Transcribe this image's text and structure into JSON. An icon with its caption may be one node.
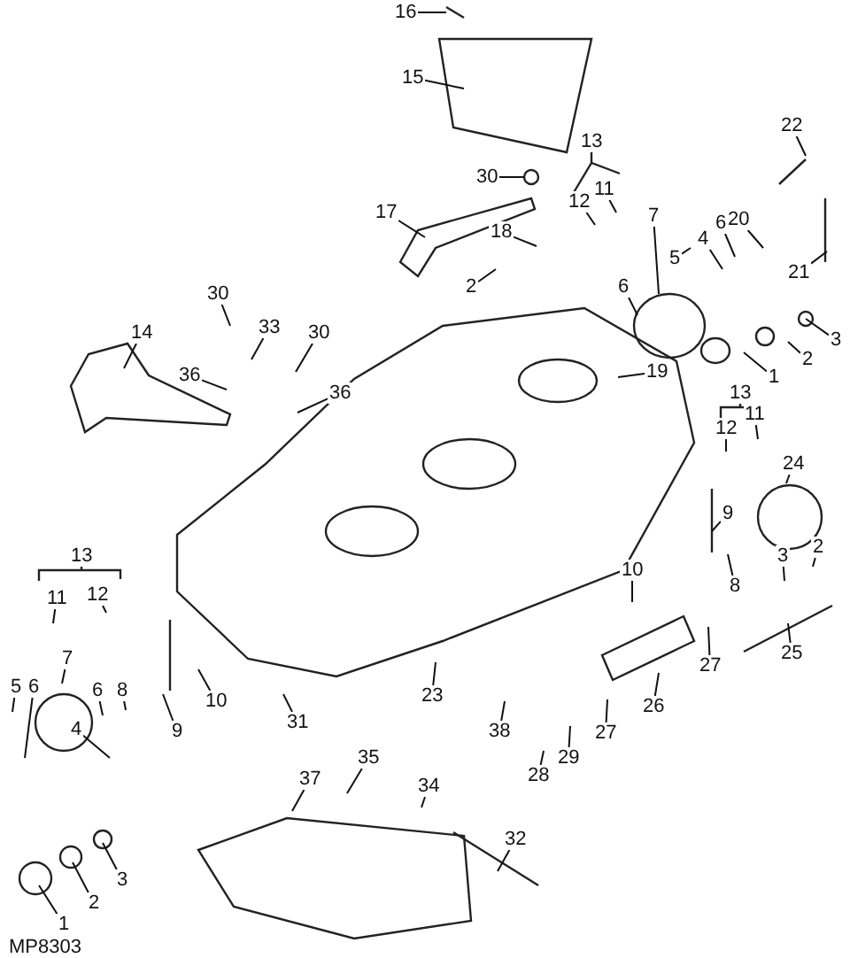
{
  "diagram": {
    "nodes": [
      {
        "text": [
          "16"
        ]
      },
      {
        "text": [
          "15"
        ]
      },
      {
        "text": [
          "30"
        ]
      },
      {
        "text": [
          "12"
        ]
      },
      {
        "text": [
          "11"
        ]
      },
      {
        "text": [
          "17"
        ]
      },
      {
        "text": [
          "18"
        ]
      },
      {
        "text": [
          "2"
        ]
      },
      {
        "text": [
          "5"
        ]
      },
      {
        "text": [
          "7"
        ]
      },
      {
        "text": [
          "4"
        ]
      },
      {
        "text": [
          "6"
        ]
      },
      {
        "text": [
          "20"
        ]
      },
      {
        "text": [
          "22"
        ]
      },
      {
        "text": [
          "21"
        ]
      },
      {
        "text": [
          "6"
        ]
      },
      {
        "text": [
          "3"
        ]
      },
      {
        "text": [
          "2"
        ]
      },
      {
        "text": [
          "1"
        ]
      },
      {
        "text": [
          "30"
        ]
      },
      {
        "text": [
          "33"
        ]
      },
      {
        "text": [
          "30"
        ]
      },
      {
        "text": [
          "14"
        ]
      },
      {
        "text": [
          "36"
        ]
      },
      {
        "text": [
          "36"
        ]
      },
      {
        "text": [
          "19"
        ]
      },
      {
        "text": [
          "11"
        ]
      },
      {
        "text": [
          "12"
        ]
      },
      {
        "text": [
          "24"
        ]
      },
      {
        "text": [
          "9"
        ]
      },
      {
        "text": [
          "8"
        ]
      },
      {
        "text": [
          "3"
        ]
      },
      {
        "text": [
          "2"
        ]
      },
      {
        "text": [
          "10"
        ]
      },
      {
        "text": [
          "25"
        ]
      },
      {
        "text": [
          "11"
        ]
      },
      {
        "text": [
          "12"
        ]
      },
      {
        "text": [
          "5"
        ]
      },
      {
        "text": [
          "6"
        ]
      },
      {
        "text": [
          "7"
        ]
      },
      {
        "text": [
          "4"
        ]
      },
      {
        "text": [
          "6"
        ]
      },
      {
        "text": [
          "8"
        ]
      },
      {
        "text": [
          "9"
        ]
      },
      {
        "text": [
          "10"
        ]
      },
      {
        "text": [
          "1"
        ]
      },
      {
        "text": [
          "2"
        ]
      },
      {
        "text": [
          "3"
        ]
      },
      {
        "text": [
          "31"
        ]
      },
      {
        "text": [
          "23"
        ]
      },
      {
        "text": [
          "27"
        ]
      },
      {
        "text": [
          "26"
        ]
      },
      {
        "text": [
          "27"
        ]
      },
      {
        "text": [
          "38"
        ]
      },
      {
        "text": [
          "28"
        ]
      },
      {
        "text": [
          "29"
        ]
      },
      {
        "text": [
          "35"
        ]
      },
      {
        "text": [
          "37"
        ]
      },
      {
        "text": [
          "34"
        ]
      },
      {
        "text": [
          "32"
        ]
      },
      {
        "text": [
          "13"
        ]
      },
      {
        "text": [
          "13"
        ]
      },
      {
        "text": [
          "13"
        ]
      }
    ],
    "edges": [
      {
        "from": 0,
        "to": null,
        "arrow": "none"
      },
      {
        "from": 1,
        "to": null,
        "arrow": "none"
      },
      {
        "from": 2,
        "to": null,
        "arrow": "none"
      },
      {
        "from": 3,
        "to": null,
        "arrow": "none"
      },
      {
        "from": 4,
        "to": null,
        "arrow": "none"
      },
      {
        "from": 5,
        "to": null,
        "arrow": "none"
      },
      {
        "from": 6,
        "to": null,
        "arrow": "none"
      },
      {
        "from": 7,
        "to": null,
        "arrow": "none"
      },
      {
        "from": 8,
        "to": null,
        "arrow": "none"
      },
      {
        "from": 9,
        "to": null,
        "arrow": "none"
      },
      {
        "from": 10,
        "to": null,
        "arrow": "none"
      },
      {
        "from": 11,
        "to": null,
        "arrow": "none"
      },
      {
        "from": 12,
        "to": null,
        "arrow": "none"
      },
      {
        "from": 13,
        "to": null,
        "arrow": "none"
      },
      {
        "from": 14,
        "to": null,
        "arrow": "none"
      },
      {
        "from": 15,
        "to": null,
        "arrow": "none"
      },
      {
        "from": 16,
        "to": null,
        "arrow": "none"
      },
      {
        "from": 17,
        "to": null,
        "arrow": "none"
      },
      {
        "from": 18,
        "to": null,
        "arrow": "none"
      },
      {
        "from": 19,
        "to": null,
        "arrow": "none"
      },
      {
        "from": 20,
        "to": null,
        "arrow": "none"
      },
      {
        "from": 21,
        "to": null,
        "arrow": "none"
      },
      {
        "from": 22,
        "to": null,
        "arrow": "none"
      },
      {
        "from": 23,
        "to": null,
        "arrow": "none"
      },
      {
        "from": 24,
        "to": null,
        "arrow": "none"
      },
      {
        "from": 25,
        "to": null,
        "arrow": "none"
      },
      {
        "from": 26,
        "to": null,
        "arrow": "none"
      },
      {
        "from": 27,
        "to": null,
        "arrow": "none"
      },
      {
        "from": 28,
        "to": null,
        "arrow": "none"
      },
      {
        "from": 29,
        "to": null,
        "arrow": "none"
      },
      {
        "from": 30,
        "to": null,
        "arrow": "none"
      },
      {
        "from": 31,
        "to": null,
        "arrow": "none"
      },
      {
        "from": 32,
        "to": null,
        "arrow": "none"
      },
      {
        "from": 33,
        "to": null,
        "arrow": "none"
      },
      {
        "from": 34,
        "to": null,
        "arrow": "none"
      },
      {
        "from": 35,
        "to": null,
        "arrow": "none"
      },
      {
        "from": 36,
        "to": null,
        "arrow": "none"
      },
      {
        "from": 37,
        "to": null,
        "arrow": "none"
      },
      {
        "from": 38,
        "to": null,
        "arrow": "none"
      },
      {
        "from": 39,
        "to": null,
        "arrow": "none"
      },
      {
        "from": 40,
        "to": null,
        "arrow": "none"
      },
      {
        "from": 41,
        "to": null,
        "arrow": "none"
      },
      {
        "from": 42,
        "to": null,
        "arrow": "none"
      },
      {
        "from": 43,
        "to": null,
        "arrow": "none"
      },
      {
        "from": 44,
        "to": null,
        "arrow": "none"
      },
      {
        "from": 45,
        "to": null,
        "arrow": "none"
      },
      {
        "from": 46,
        "to": null,
        "arrow": "none"
      },
      {
        "from": 47,
        "to": null,
        "arrow": "none"
      },
      {
        "from": 48,
        "to": null,
        "arrow": "none"
      },
      {
        "from": 49,
        "to": null,
        "arrow": "none"
      },
      {
        "from": 50,
        "to": null,
        "arrow": "none"
      },
      {
        "from": 51,
        "to": null,
        "arrow": "none"
      },
      {
        "from": 52,
        "to": null,
        "arrow": "none"
      },
      {
        "from": 53,
        "to": null,
        "arrow": "none"
      },
      {
        "from": 54,
        "to": null,
        "arrow": "none"
      },
      {
        "from": 55,
        "to": null,
        "arrow": "none"
      },
      {
        "from": 56,
        "to": null,
        "arrow": "none"
      },
      {
        "from": 57,
        "to": null,
        "arrow": "none"
      },
      {
        "from": 58,
        "to": null,
        "arrow": "none"
      },
      {
        "from": 59,
        "to": null,
        "arrow": "none"
      }
    ],
    "labels": [
      "MP8303"
    ]
  }
}
